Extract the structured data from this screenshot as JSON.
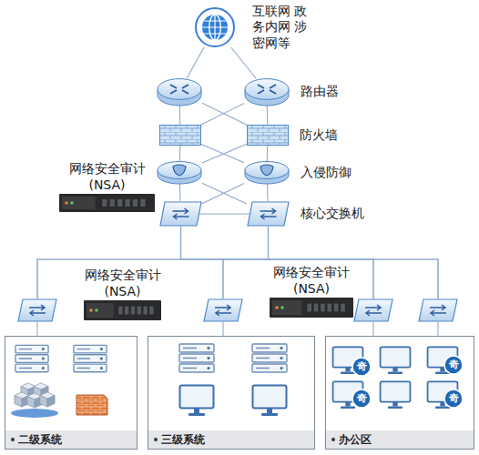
{
  "diagram": {
    "nodes": [
      {
        "text": [
          "互联网 政务内网 涉密网等"
        ]
      },
      {
        "text": []
      },
      {
        "text": [
          "路由器"
        ]
      },
      {
        "text": []
      },
      {
        "text": [
          "防火墙"
        ]
      },
      {
        "text": []
      },
      {
        "text": [
          "入侵防御"
        ]
      },
      {
        "text": [
          "网络安全审计 (NSA)"
        ]
      },
      {
        "text": []
      },
      {
        "text": [
          "核心交换机"
        ]
      },
      {
        "text": [
          "网络安全审计 (NSA)"
        ]
      },
      {
        "text": [
          "网络安全审计 (NSA)"
        ]
      },
      {
        "text": []
      },
      {
        "text": []
      },
      {
        "text": []
      },
      {
        "text": []
      },
      {
        "text": [
          "二级系统"
        ]
      },
      {
        "text": [
          "三级系统"
        ]
      },
      {
        "text": [
          "办公区"
        ]
      }
    ],
    "edges": [
      {
        "from": 0,
        "to": 1,
        "arrow": "none"
      },
      {
        "from": 0,
        "to": 2,
        "arrow": "none"
      },
      {
        "from": 1,
        "to": 3,
        "arrow": "none"
      },
      {
        "from": 1,
        "to": 4,
        "arrow": "none"
      },
      {
        "from": 2,
        "to": 3,
        "arrow": "none"
      },
      {
        "from": 2,
        "to": 4,
        "arrow": "none"
      },
      {
        "from": 3,
        "to": 5,
        "arrow": "none"
      },
      {
        "from": 3,
        "to": 6,
        "arrow": "none"
      },
      {
        "from": 4,
        "to": 5,
        "arrow": "none"
      },
      {
        "from": 4,
        "to": 6,
        "arrow": "none"
      },
      {
        "from": 5,
        "to": 8,
        "arrow": "none"
      },
      {
        "from": 5,
        "to": 9,
        "arrow": "none"
      },
      {
        "from": 6,
        "to": 8,
        "arrow": "none"
      },
      {
        "from": 6,
        "to": 9,
        "arrow": "none"
      },
      {
        "from": 8,
        "to": 9,
        "arrow": "none"
      },
      {
        "from": 8,
        "to": 12,
        "arrow": "none"
      },
      {
        "from": 8,
        "to": 13,
        "arrow": "none"
      },
      {
        "from": 8,
        "to": 14,
        "arrow": "none"
      },
      {
        "from": 8,
        "to": 15,
        "arrow": "none"
      },
      {
        "from": 9,
        "to": 12,
        "arrow": "none"
      },
      {
        "from": 9,
        "to": 13,
        "arrow": "none"
      },
      {
        "from": 9,
        "to": 14,
        "arrow": "none"
      },
      {
        "from": 9,
        "to": 15,
        "arrow": "none"
      },
      {
        "from": 12,
        "to": 16,
        "arrow": "none"
      },
      {
        "from": 13,
        "to": 17,
        "arrow": "none"
      },
      {
        "from": 14,
        "to": 18,
        "arrow": "none"
      },
      {
        "from": 15,
        "to": 18,
        "arrow": "none"
      }
    ],
    "labels": [
      "奇",
      "奇",
      "奇",
      "奇"
    ]
  }
}
